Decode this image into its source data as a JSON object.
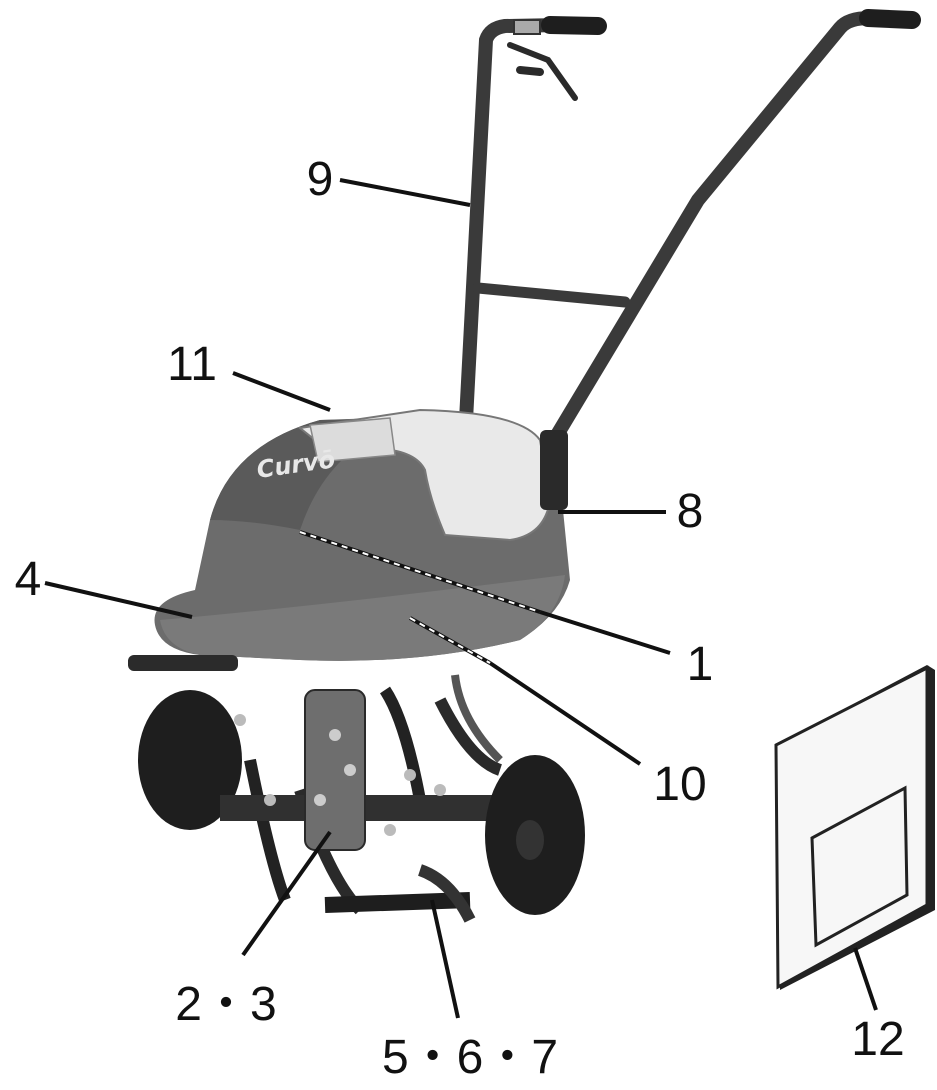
{
  "figure": {
    "brand_text": "Curvō",
    "callouts": [
      {
        "id": "1",
        "text": "1"
      },
      {
        "id": "2-3",
        "text": "2・3"
      },
      {
        "id": "4",
        "text": "4"
      },
      {
        "id": "5-7",
        "text": "5・6・7"
      },
      {
        "id": "8",
        "text": "8"
      },
      {
        "id": "9",
        "text": "9"
      },
      {
        "id": "10",
        "text": "10"
      },
      {
        "id": "11",
        "text": "11"
      },
      {
        "id": "12",
        "text": "12"
      }
    ]
  }
}
